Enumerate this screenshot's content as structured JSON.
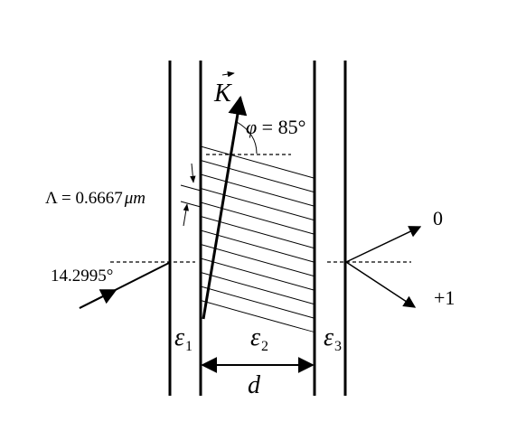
{
  "labels": {
    "wavevector_symbol": "K",
    "phi_symbol": "φ",
    "phi_value": " = 85°",
    "period_symbol": "Λ",
    "period_value": " = 0.6667",
    "period_unit": "μm",
    "incidence_angle": "14.2995°",
    "eps_symbol": "ε",
    "eps1_sub": "1",
    "eps2_sub": "2",
    "eps3_sub": "3",
    "thickness": "d",
    "order_0": "0",
    "order_plus1": "+1"
  },
  "grating": {
    "fringe_count": 12
  },
  "colors": {
    "ink": "#000000",
    "background": "#ffffff"
  }
}
